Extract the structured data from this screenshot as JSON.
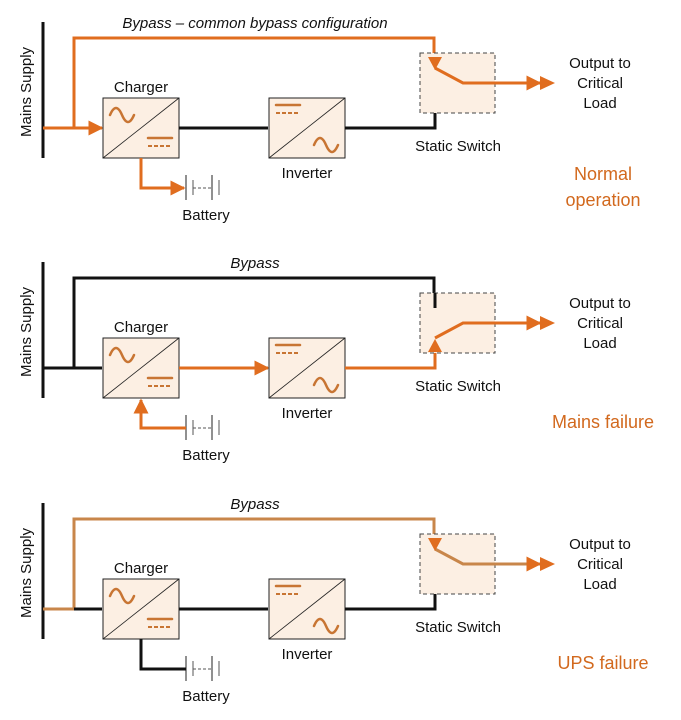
{
  "title": "UPS operating modes – common bypass configuration",
  "colors": {
    "active": "#e06d1f",
    "bypass_idle_orange": "#c8864a",
    "inactive": "#111111",
    "box_fill": "#fcefe3",
    "state_text": "#d2691e"
  },
  "labels": {
    "mains_supply": "Mains Supply",
    "charger": "Charger",
    "inverter": "Inverter",
    "battery": "Battery",
    "static_switch": "Static Switch",
    "output_line1": "Output to",
    "output_line2": "Critical",
    "output_line3": "Load"
  },
  "panels": [
    {
      "id": "normal",
      "bypass_label": "Bypass – common bypass configuration",
      "state_line1": "Normal",
      "state_line2": "operation",
      "bypass_active": true,
      "mains_to_charger_active": true,
      "charger_to_inverter_active": false,
      "inverter_to_switch_active": false,
      "battery_flow": "charging",
      "switch_position": "bypass"
    },
    {
      "id": "mains-failure",
      "bypass_label": "Bypass",
      "state_line1": "Mains failure",
      "state_line2": "",
      "bypass_active": false,
      "mains_to_charger_active": false,
      "charger_to_inverter_active": true,
      "inverter_to_switch_active": true,
      "battery_flow": "discharging",
      "switch_position": "inverter"
    },
    {
      "id": "ups-failure",
      "bypass_label": "Bypass",
      "state_line1": "UPS failure",
      "state_line2": "",
      "bypass_active": true,
      "mains_to_charger_active": false,
      "charger_to_inverter_active": false,
      "inverter_to_switch_active": false,
      "battery_flow": "none",
      "switch_position": "bypass"
    }
  ]
}
